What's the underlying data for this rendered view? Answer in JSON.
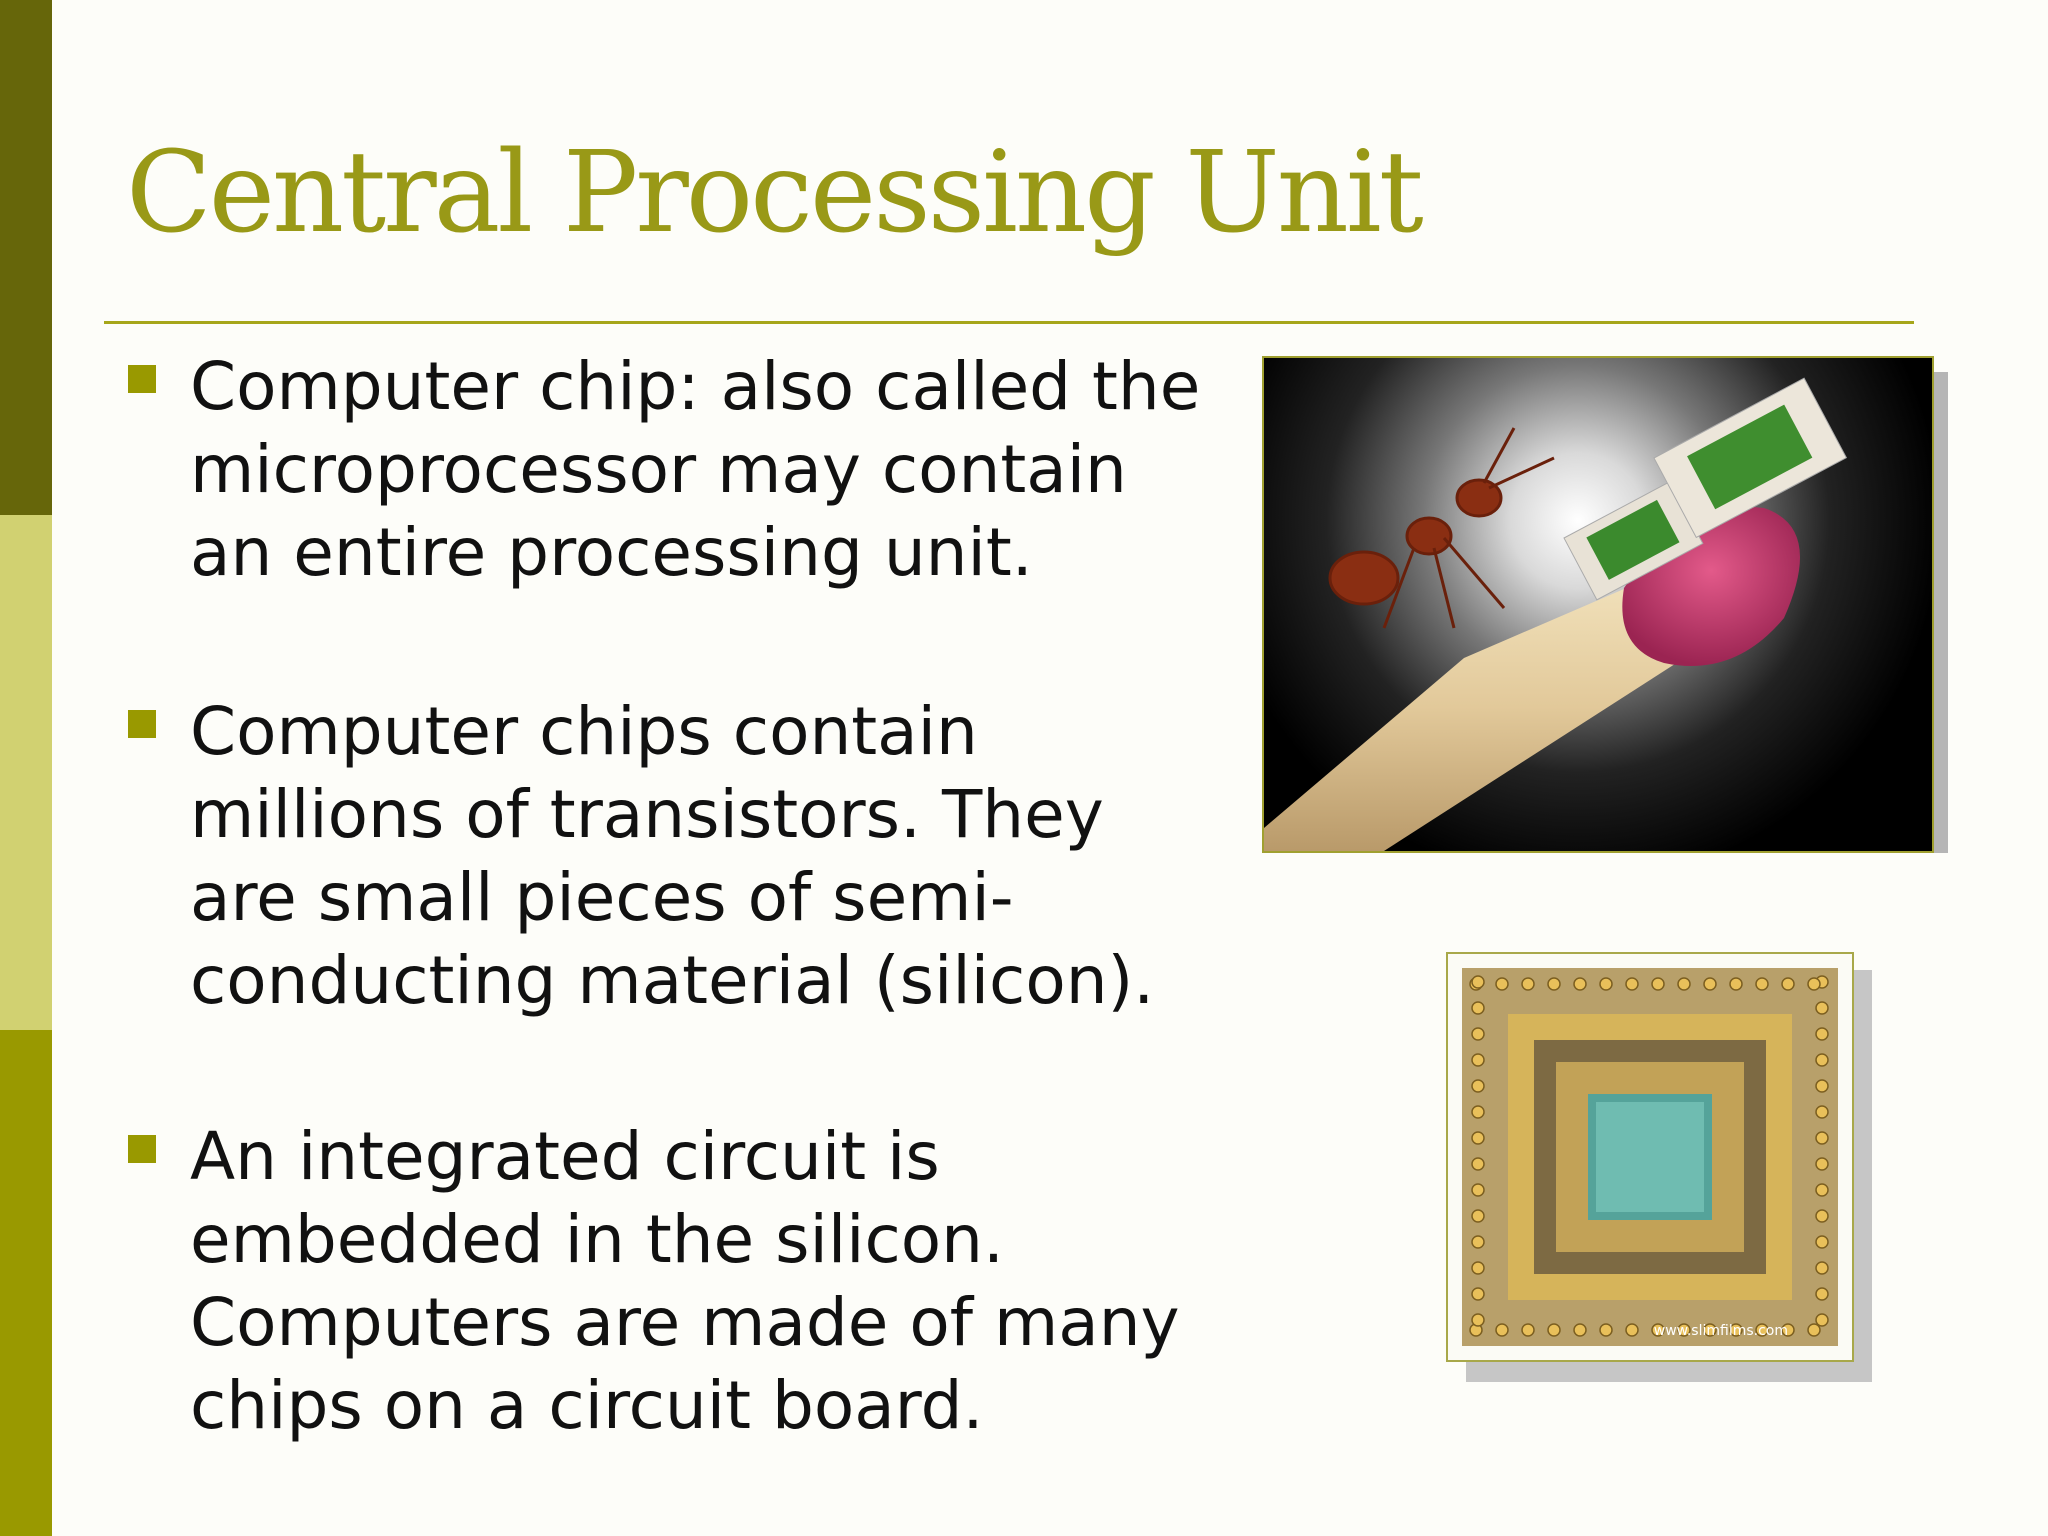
{
  "slide": {
    "title": "Central Processing Unit",
    "bullets": [
      {
        "text": "Computer chip: also called the microprocessor may contain an entire processing unit."
      },
      {
        "text": "Computer chips contain millions of transistors. They are small pieces of semi-conducting material (silicon)."
      },
      {
        "text": "An integrated circuit is embedded in the silicon. Computers are made of many chips on a circuit board."
      }
    ],
    "images": {
      "chip_watermark": "www.slimfilms.com"
    },
    "colors": {
      "accent": "#999900",
      "title": "#999917",
      "sidebar_dark": "#66660a",
      "sidebar_light": "#d1d171"
    }
  }
}
